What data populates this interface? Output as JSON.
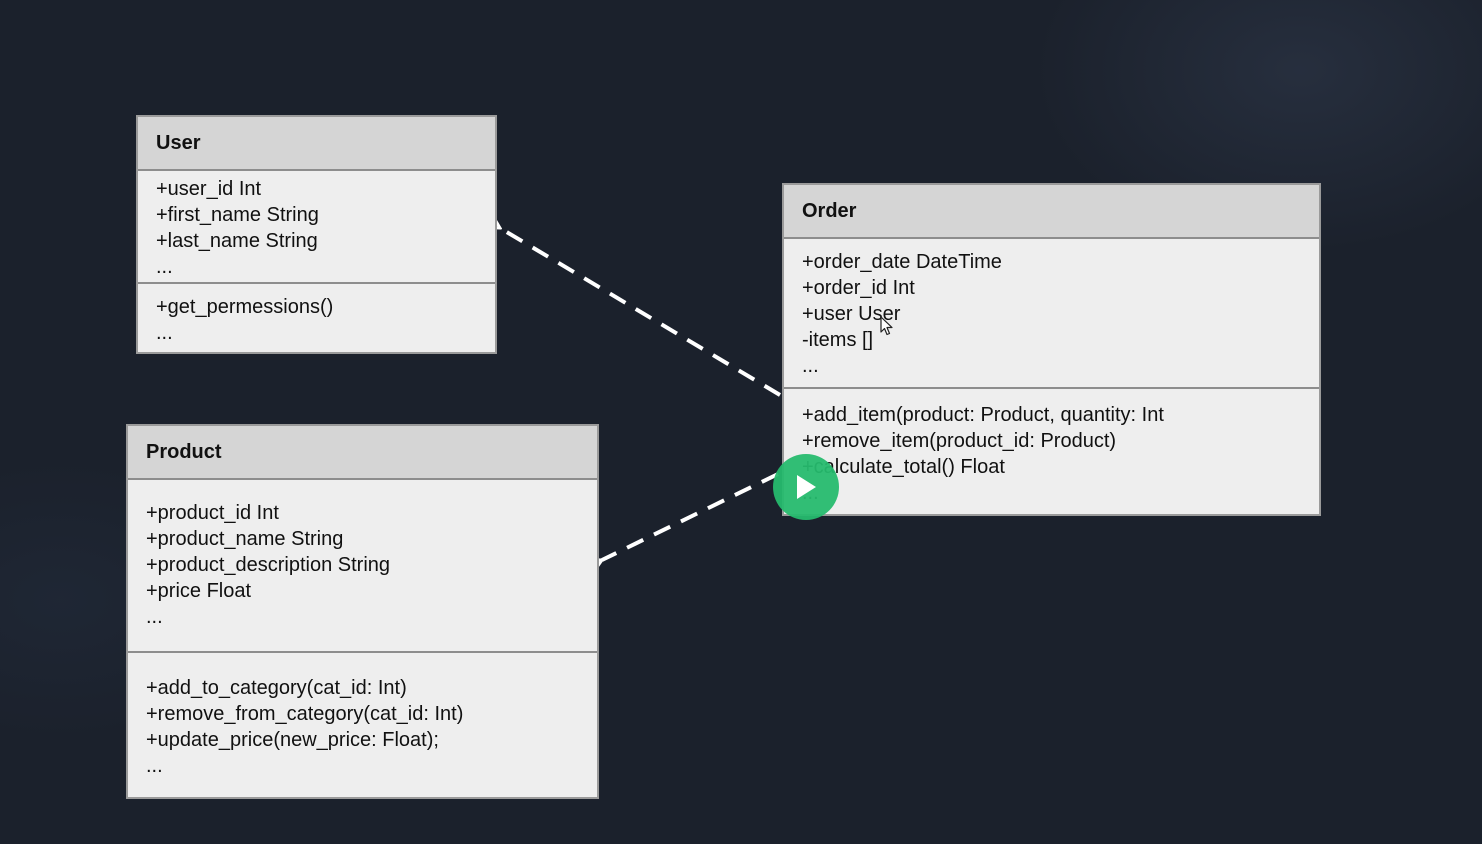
{
  "classes": {
    "user": {
      "name": "User",
      "attributes": [
        "+user_id Int",
        "+first_name String",
        "+last_name String",
        "..."
      ],
      "methods": [
        "+get_permessions()",
        "..."
      ]
    },
    "product": {
      "name": "Product",
      "attributes": [
        "+product_id Int",
        "+product_name String",
        "+product_description String",
        "+price Float",
        "..."
      ],
      "methods": [
        "+add_to_category(cat_id: Int)",
        "+remove_from_category(cat_id: Int)",
        "+update_price(new_price: Float);",
        "..."
      ]
    },
    "order": {
      "name": "Order",
      "attributes": [
        "+order_date DateTime",
        "+order_id Int",
        "+user User",
        "-items []",
        "..."
      ],
      "methods": [
        "+add_item(product: Product, quantity: Int",
        "+remove_item(product_id: Product)",
        "+calculate_total() Float",
        "..."
      ]
    }
  },
  "edges": [
    {
      "from": "order",
      "to": "user",
      "style": "dashed",
      "arrow": "open"
    },
    {
      "from": "order",
      "to": "product",
      "style": "dashed",
      "arrow": "open"
    }
  ],
  "colors": {
    "background": "#1b212c",
    "class_header": "#d5d5d5",
    "class_body": "#eeeeee",
    "class_border": "#9a9a9a",
    "edge": "#ffffff",
    "play_button": "#26ba6e"
  },
  "icons": {
    "play": "play-icon",
    "cursor": "mouse-cursor-icon"
  }
}
